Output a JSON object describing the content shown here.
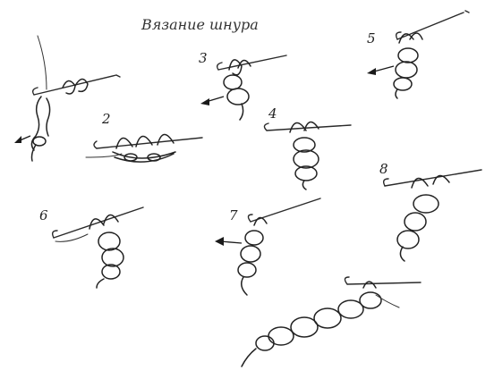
{
  "title": "Вязание шнура",
  "steps": [
    {
      "label": ""
    },
    {
      "label": "2"
    },
    {
      "label": "3"
    },
    {
      "label": "4"
    },
    {
      "label": "5"
    },
    {
      "label": "6"
    },
    {
      "label": "7"
    },
    {
      "label": "8"
    },
    {
      "label": ""
    }
  ],
  "colors": {
    "ink": "#222222",
    "paper": "#ffffff"
  }
}
